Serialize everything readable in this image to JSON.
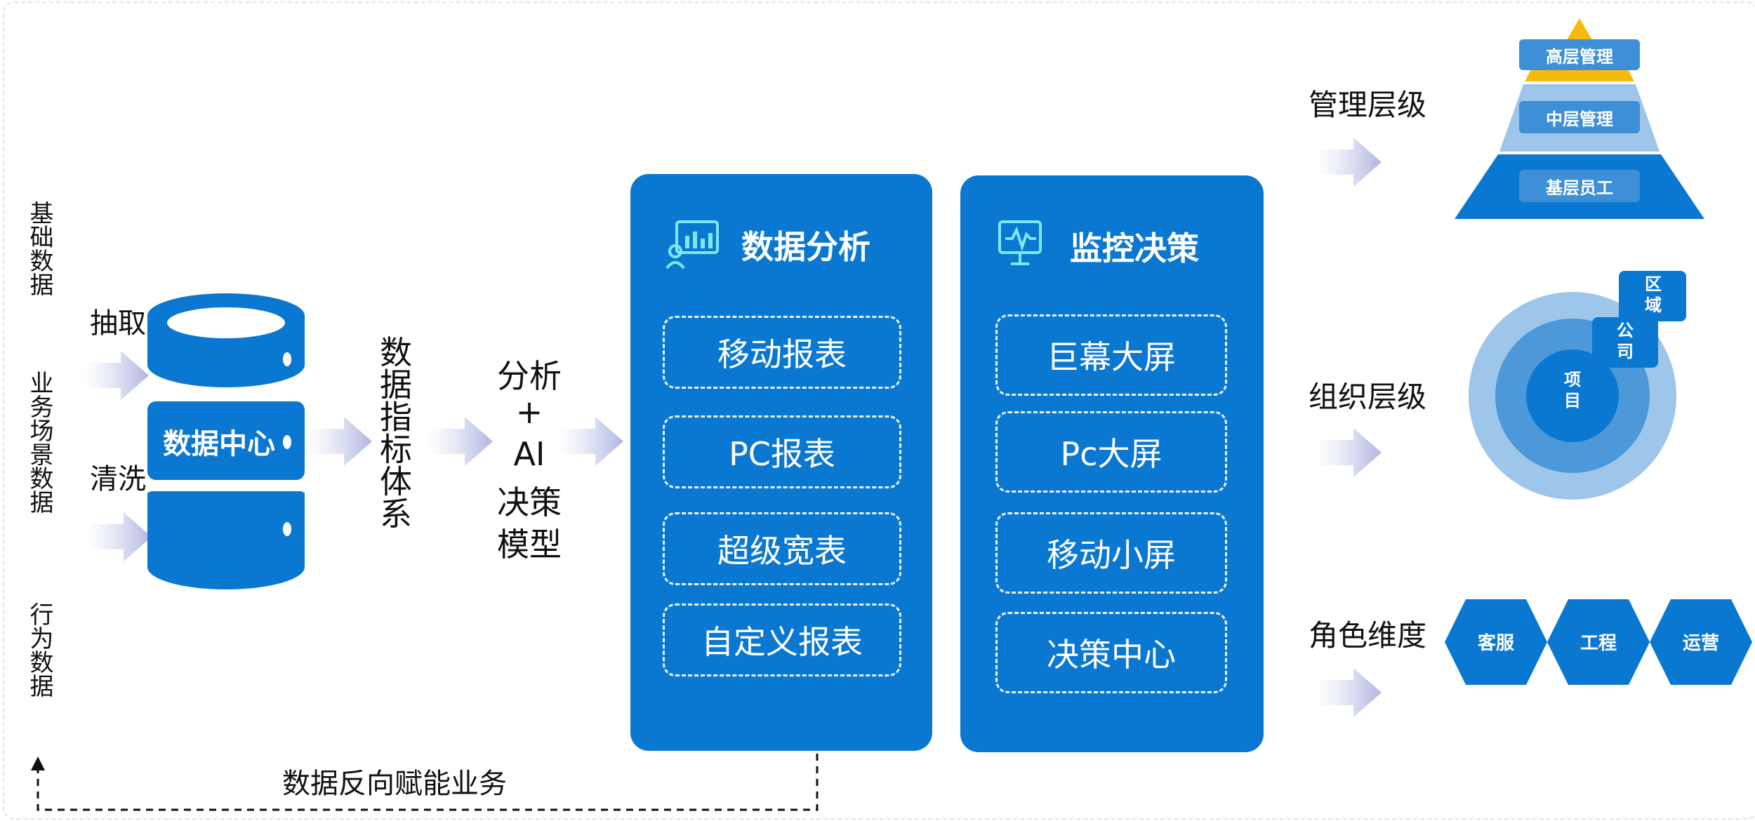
{
  "inputs": {
    "basic": "基础数据",
    "scenario": "业务场景数据",
    "behavior": "行为数据"
  },
  "ops": {
    "extract": "抽取",
    "clean": "清洗"
  },
  "center_label": "数据中心",
  "indicator_system": "数据指标体系",
  "model": {
    "line1": "分析",
    "plus": "+",
    "ai": "AI",
    "line2": "决策",
    "line3": "模型"
  },
  "analysis": {
    "title": "数据分析",
    "items": [
      "移动报表",
      "PC报表",
      "超级宽表",
      "自定义报表"
    ]
  },
  "monitor": {
    "title": "监控决策",
    "items": [
      "巨幕大屏",
      "Pc大屏",
      "移动小屏",
      "决策中心"
    ]
  },
  "feedback": "数据反向赋能业务",
  "dimensions": {
    "management": {
      "label": "管理层级",
      "levels": [
        "高层管理",
        "中层管理",
        "基层员工"
      ]
    },
    "organization": {
      "label": "组织层级",
      "levels": [
        "区域",
        "公司",
        "项目"
      ]
    },
    "role": {
      "label": "角色维度",
      "roles": [
        "客服",
        "工程",
        "运营"
      ]
    }
  },
  "colors": {
    "primary": "#0a78d1",
    "light": "#5aa0da",
    "lighter": "#9ec5ea",
    "accent_yellow": "#f6b90d",
    "arrow": "#b8bfe3"
  }
}
